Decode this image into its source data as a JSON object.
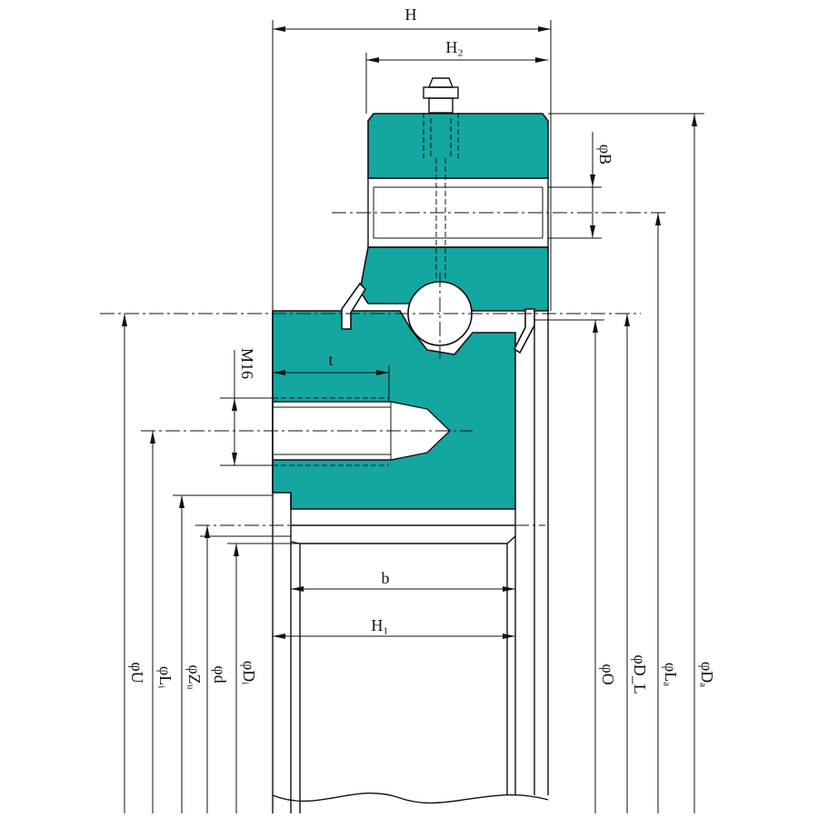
{
  "colors": {
    "body_fill": "#14a6a0",
    "line": "#111111",
    "background": "#ffffff"
  },
  "labels": {
    "H": "H",
    "H2": "H₂",
    "phiB": "φB",
    "M16": "M16",
    "t": "t",
    "b": "b",
    "H1": "H₁",
    "phiU": "φU",
    "phiLi": "φLᵢ",
    "phiZu": "φZᵤ",
    "phid": "φd",
    "phiDi": "φDᵢ",
    "phiO": "φO",
    "phiDL": "φD_L",
    "phiLa": "φLₐ",
    "phiDa": "φDₐ"
  }
}
